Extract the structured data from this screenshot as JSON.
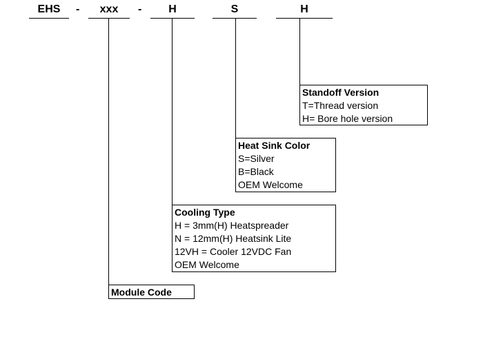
{
  "code_segments": [
    "EHS",
    "xxx",
    "H",
    "S",
    "H"
  ],
  "separators": [
    "-",
    "-"
  ],
  "boxes": {
    "standoff": {
      "title": "Standoff Version",
      "lines": [
        "T=Thread version",
        "H= Bore hole version"
      ]
    },
    "color": {
      "title": "Heat Sink Color",
      "lines": [
        "S=Silver",
        "B=Black",
        "OEM Welcome"
      ]
    },
    "cooling": {
      "title": "Cooling Type",
      "lines": [
        "H = 3mm(H) Heatspreader",
        "N = 12mm(H) Heatsink Lite",
        "12VH = Cooler 12VDC Fan",
        "OEM Welcome"
      ]
    },
    "module": {
      "title": "Module Code"
    }
  }
}
